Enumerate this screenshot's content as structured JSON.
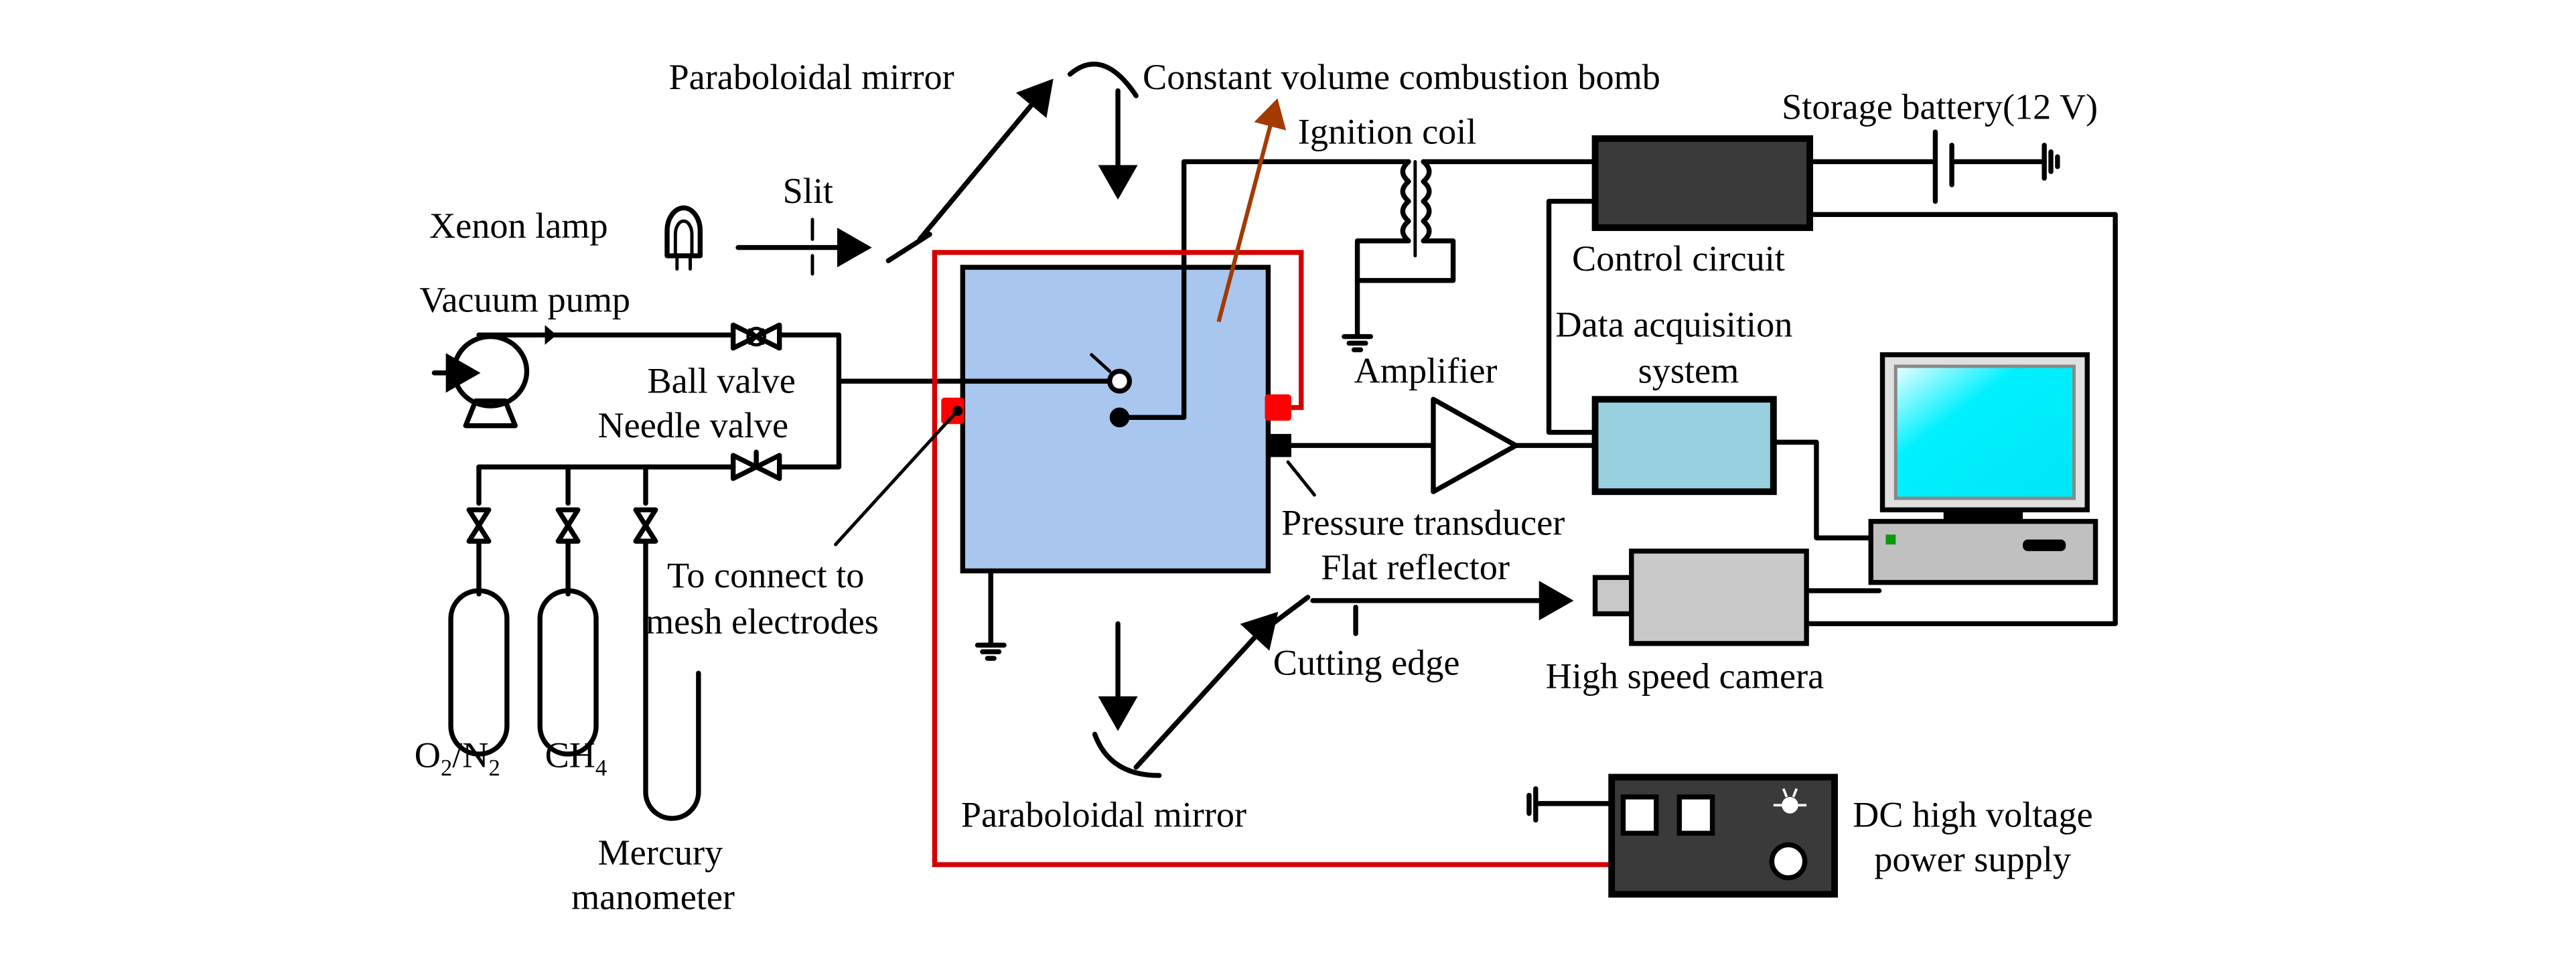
{
  "title": "Constant volume combustion bomb experimental setup",
  "colors": {
    "bomb_fill": "#a9c6ee",
    "red_wire": "#d40000",
    "brown_arrow": "#a33a00",
    "dark_box": "#3a3a3a",
    "daq_fill": "#99d0e0",
    "camera_fill": "#c8c8c8",
    "screen_fill": "#00f0ff",
    "pc_led": "#0a9a0a"
  },
  "labels": {
    "paraboloidal_mirror_top": "Paraboloidal mirror",
    "combustion_bomb": "Constant volume combustion bomb",
    "storage_battery": "Storage battery(12 V)",
    "ignition_coil": "Ignition coil",
    "slit": "Slit",
    "xenon_lamp": "Xenon lamp",
    "control_circuit": "Control circuit",
    "vacuum_pump": "Vacuum pump",
    "data_acq_line1": "Data acquisition",
    "data_acq_line2": "system",
    "amplifier": "Amplifier",
    "ball_valve": "Ball valve",
    "needle_valve": "Needle valve",
    "pressure_transducer": "Pressure transducer",
    "connect_line1": "To connect to",
    "connect_line2": "mesh electrodes",
    "flat_reflector": "Flat reflector",
    "cutting_edge": "Cutting edge",
    "high_speed_camera": "High speed camera",
    "gas1_main_a": "O",
    "gas1_sub_a": "2",
    "gas1_main_b": "/N",
    "gas1_sub_b": "2",
    "gas2_main": "CH",
    "gas2_sub": "4",
    "paraboloidal_mirror_bottom": "Paraboloidal mirror",
    "mercury_line1": "Mercury",
    "mercury_line2": "manometer",
    "dc_line1": "DC high voltage",
    "dc_line2": "power supply"
  }
}
